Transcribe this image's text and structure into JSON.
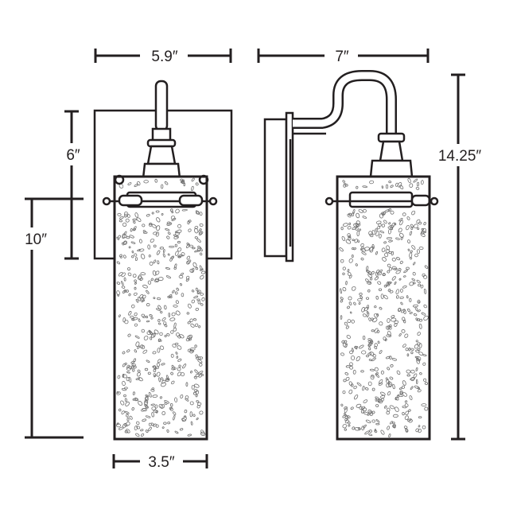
{
  "dimensions": {
    "front_width": "5.9″",
    "side_extension": "7″",
    "backplate_height": "6″",
    "glass_height": "10″",
    "overall_height": "14.25″",
    "glass_width": "3.5″"
  },
  "colors": {
    "line": "#231f20",
    "glass_fill": "#ffffff",
    "glass_texture": "#6d6d6d"
  },
  "views": [
    "front-view",
    "side-view"
  ]
}
